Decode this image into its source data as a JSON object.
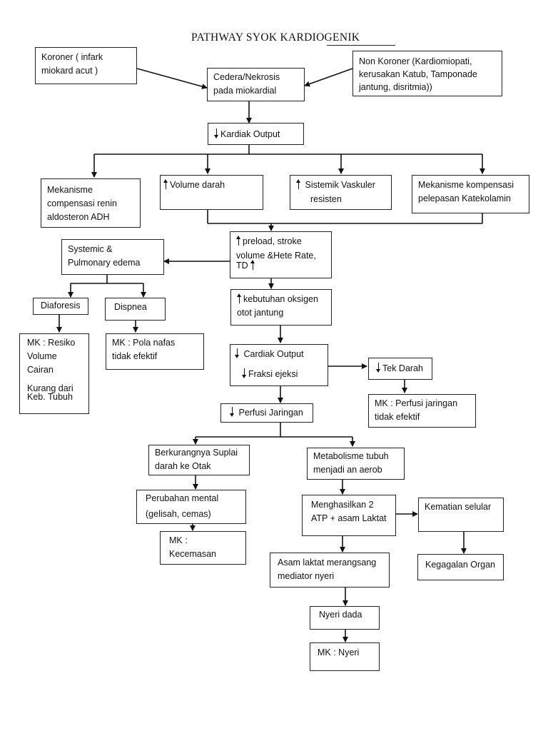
{
  "title": "PATHWAY SYOK KARDIOGENIK",
  "nodes": {
    "koroner": "Koroner ( infark\nmiokard acut )",
    "non_koroner": "Non Koroner (Kardiomiopati,\nkerusakan Katub, Tamponade\njantung, disritmia))",
    "cedera": "Cedera/Nekrosis\npada miokardial",
    "kardiak_output": "Kardiak Output",
    "renin": "Mekanisme\ncompensasi renin\naldosteron ADH",
    "volume_darah": "Volume darah",
    "vaskuler_line1": "Sistemik Vaskuler",
    "vaskuler_line2": "resisten",
    "katekolamin": "Mekanisme kompensasi\npelepasan Katekolamin",
    "preload_line1": "preload, stroke",
    "preload_line2": "volume &Hete Rate,",
    "preload_line3": "TD",
    "edema": "Systemic &\nPulmonary edema",
    "oksigen_line1": "kebutuhan oksigen",
    "oksigen_line2": "otot jantung",
    "diaforesis": "Diaforesis",
    "dispnea": "Dispnea",
    "mk_cairan_line1": "MK : Resiko\nVolume\nCairan",
    "mk_cairan_line2": "Kurang dari",
    "mk_cairan_line3": "Keb. Tubuh",
    "mk_nafas": "MK : Pola nafas\ntidak efektif",
    "cardiac_output": "Cardiak Output",
    "fraksi": "Fraksi ejeksi",
    "tek_darah": "Tek Darah",
    "mk_perfusi": "MK : Perfusi jaringan\ntidak efektif",
    "perfusi": "Perfusi  Jaringan",
    "suplai": "Berkurangnya Suplai\ndarah ke Otak",
    "metabolisme": "Metabolisme tubuh\nmenjadi an aerob",
    "mental_line1": "Perubahan mental",
    "mental_line2": "(gelisah, cemas)",
    "atp": "Menghasilkan 2\nATP + asam Laktat",
    "kematian": "Kematian selular",
    "mk_cemas": "MK : Kecemasan",
    "laktat": "Asam laktat merangsang\nmediator nyeri",
    "kegagalan": "Kegagalan Organ",
    "nyeri_dada": "Nyeri dada",
    "mk_nyeri": "MK : Nyeri"
  },
  "icons": {
    "increase": "arrow-up-icon",
    "decrease": "arrow-down-icon"
  }
}
